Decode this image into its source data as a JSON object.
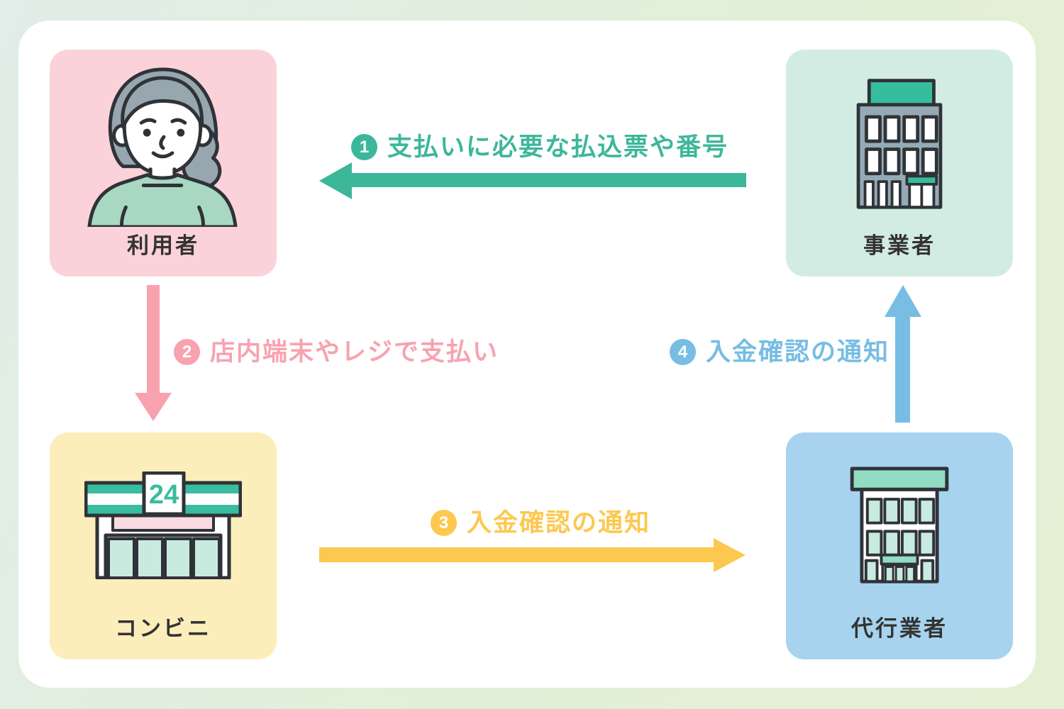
{
  "diagram": {
    "nodes": {
      "user": {
        "label": "利用者"
      },
      "business": {
        "label": "事業者"
      },
      "store": {
        "label": "コンビニ",
        "sign": "24"
      },
      "agency": {
        "label": "代行業者"
      }
    },
    "steps": {
      "step1": {
        "number": "1",
        "label": "支払いに必要な払込票や番号",
        "color": "#3cb79a",
        "direction": "left"
      },
      "step2": {
        "number": "2",
        "label": "店内端末やレジで支払い",
        "color": "#f8a2b0",
        "direction": "down"
      },
      "step3": {
        "number": "3",
        "label": "入金確認の通知",
        "color": "#fcc84f",
        "direction": "right"
      },
      "step4": {
        "number": "4",
        "label": "入金確認の通知",
        "color": "#77bde4",
        "direction": "up"
      }
    },
    "colors": {
      "user_box": "#fbd2da",
      "business_box": "#d2ece3",
      "store_box": "#fceebb",
      "agency_box": "#a7d3ef",
      "card": "#ffffff",
      "background_start": "#e0ede8",
      "background_end": "#e4f0d4",
      "label_text": "#333333",
      "teal": "#3cb79a",
      "pink": "#f8a2b0",
      "yellow": "#fcc84f",
      "blue": "#77bde4"
    }
  }
}
